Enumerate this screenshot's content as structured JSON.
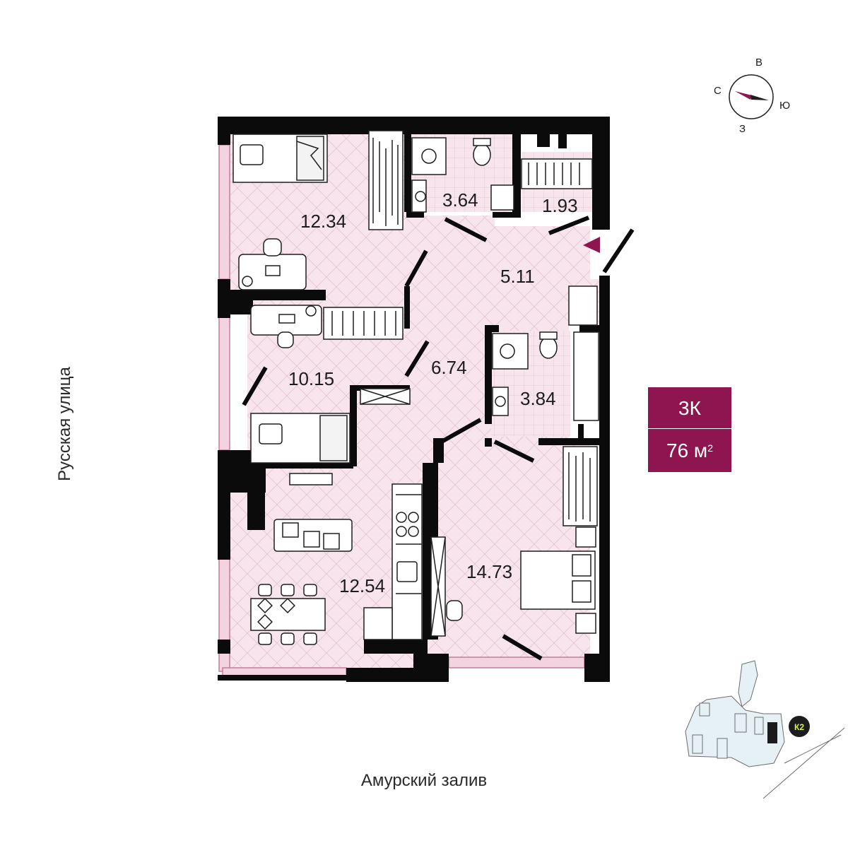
{
  "compass": {
    "north": "С",
    "east": "В",
    "south": "Ю",
    "west": "З",
    "arrow_color": "#8e1550"
  },
  "rooms": [
    {
      "id": "bedroom-1",
      "area": "12.34"
    },
    {
      "id": "bathroom-1",
      "area": "3.64"
    },
    {
      "id": "storage",
      "area": "1.93"
    },
    {
      "id": "hallway",
      "area": "5.11"
    },
    {
      "id": "bedroom-2",
      "area": "10.15"
    },
    {
      "id": "corridor",
      "area": "6.74"
    },
    {
      "id": "bathroom-2",
      "area": "3.84"
    },
    {
      "id": "living-kitchen",
      "area": "12.54"
    },
    {
      "id": "master-bedroom",
      "area": "14.73"
    }
  ],
  "streets": {
    "left": "Русская улица",
    "bottom": "Амурский залив"
  },
  "apartment": {
    "type": "3К",
    "area_value": "76 м",
    "area_unit_sup": "2",
    "accent_color": "#8e1550",
    "floor_color": "#f7e4ec"
  },
  "site_plan": {
    "building_label": "К2",
    "badge_color": "#1c1c1c",
    "label_color": "#d7f04a"
  }
}
